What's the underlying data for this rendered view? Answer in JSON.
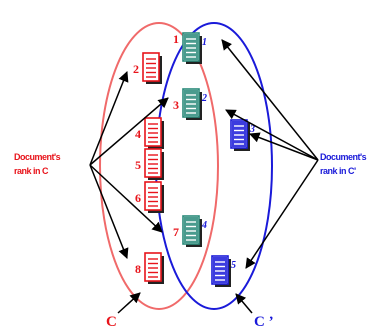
{
  "left_label": {
    "line1": "Document's",
    "line2": "rank in C"
  },
  "right_label": {
    "line1": "Document's",
    "line2": "rank in C'"
  },
  "set_c_label": "C",
  "set_c_prime_label": "C ’",
  "colors": {
    "set_c": "#f06a6a",
    "set_c_prime": "#1a1ad9",
    "doc_c_only": "#e8141b",
    "doc_shared": "#2a8a7a",
    "doc_c_prime_only": "#1a1ad9"
  },
  "documents": [
    {
      "id": "d1",
      "type": "shared",
      "rank_c": "1",
      "rank_c_prime": "1"
    },
    {
      "id": "d2",
      "type": "c_only",
      "rank_c": "2",
      "rank_c_prime": ""
    },
    {
      "id": "d3",
      "type": "shared",
      "rank_c": "3",
      "rank_c_prime": "2"
    },
    {
      "id": "d4",
      "type": "c_only",
      "rank_c": "4",
      "rank_c_prime": ""
    },
    {
      "id": "d5",
      "type": "c_only",
      "rank_c": "5",
      "rank_c_prime": ""
    },
    {
      "id": "d6",
      "type": "c_only",
      "rank_c": "6",
      "rank_c_prime": ""
    },
    {
      "id": "d7",
      "type": "shared",
      "rank_c": "7",
      "rank_c_prime": "4"
    },
    {
      "id": "d8",
      "type": "c_only",
      "rank_c": "8",
      "rank_c_prime": ""
    },
    {
      "id": "dp3",
      "type": "c_prime_only",
      "rank_c": "",
      "rank_c_prime": "3"
    },
    {
      "id": "dp5",
      "type": "c_prime_only",
      "rank_c": "",
      "rank_c_prime": "5"
    }
  ]
}
